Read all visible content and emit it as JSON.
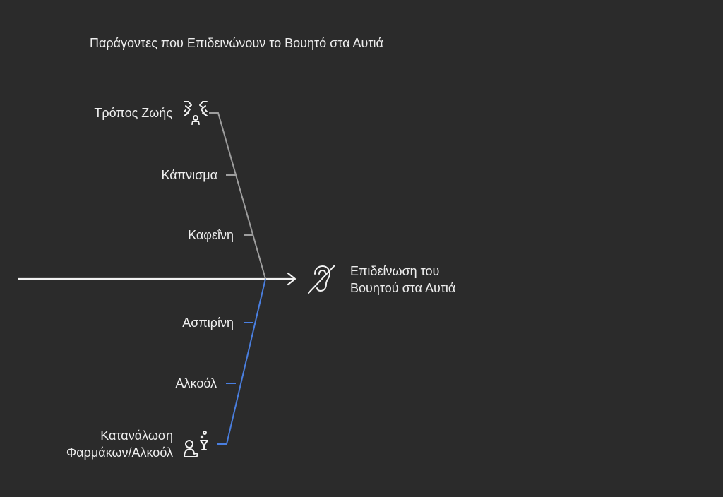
{
  "title": "Παράγοντες που Επιδεινώνουν το Βουητό στα Αυτιά",
  "effect": {
    "line1": "Επιδείνωση του",
    "line2": "Βουητού στα Αυτιά",
    "icon": "deaf-ear-icon"
  },
  "categories": [
    {
      "label": "Τρόπος Ζωής",
      "icon": "lifestyle-icon",
      "color": "#9e9e9e",
      "causes": [
        "Κάπνισμα",
        "Καφεΐνη"
      ]
    },
    {
      "label_line1": "Κατανάλωση",
      "label_line2": "Φαρμάκων/Αλκοόλ",
      "icon": "person-drink-icon",
      "color": "#4a7fe0",
      "causes": [
        "Ασπιρίνη",
        "Αλκοόλ"
      ]
    }
  ],
  "colors": {
    "background": "#2b2b2b",
    "spine": "#f2f2f2",
    "top_branch": "#9e9e9e",
    "bottom_branch": "#4a7fe0",
    "text": "#eeeeee"
  }
}
